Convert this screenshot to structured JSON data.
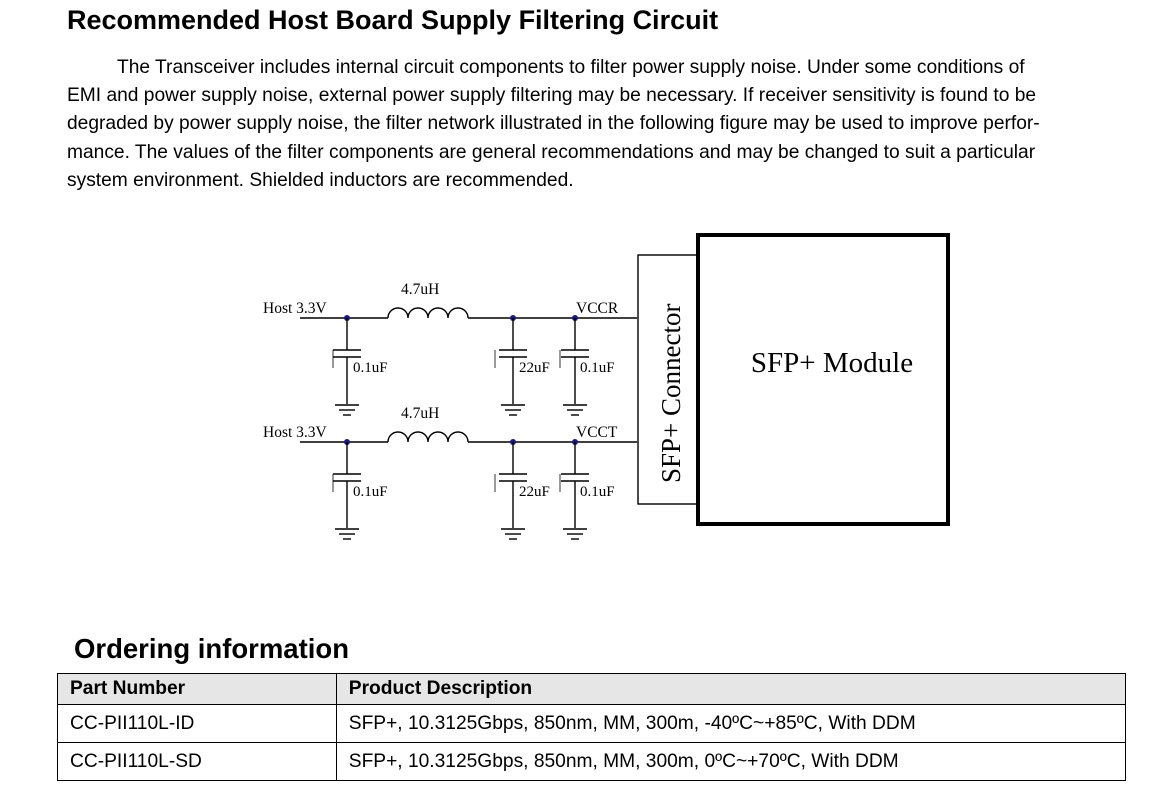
{
  "document": {
    "title": "Recommended Host Board Supply Filtering Circuit",
    "paragraph_lines": [
      "The Transceiver includes internal circuit components to filter power supply noise. Under some conditions of",
      "EMI and power supply noise, external power supply filtering may be necessary. If receiver sensitivity is found to be",
      "degraded by power supply noise, the filter network illustrated in the following figure may be used to improve perfor-",
      "mance. The values of the filter components are general recommendations and may be changed to suit a particular",
      "system environment. Shielded inductors are recommended."
    ]
  },
  "circuit": {
    "top": {
      "input_label": "Host 3.3V",
      "inductor_label": "4.7uH",
      "input_cap_label": "0.1uF",
      "bulk_cap_label": "22uF",
      "output_cap_label": "0.1uF",
      "rail_label": "VCCR"
    },
    "bottom": {
      "input_label": "Host 3.3V",
      "inductor_label": "4.7uH",
      "input_cap_label": "0.1uF",
      "bulk_cap_label": "22uF",
      "output_cap_label": "0.1uF",
      "rail_label": "VCCT"
    },
    "connector_label": "SFP+ Connector",
    "module_label": "SFP+ Module"
  },
  "ordering": {
    "title": "Ordering information",
    "headers": [
      "Part Number",
      "Product Description"
    ],
    "rows": [
      [
        "CC-PII110L-ID",
        "SFP+, 10.3125Gbps, 850nm, MM, 300m, -40ºC~+85ºC, With DDM"
      ],
      [
        "CC-PII110L-SD",
        "SFP+, 10.3125Gbps, 850nm, MM, 300m, 0ºC~+70ºC, With DDM"
      ]
    ]
  }
}
